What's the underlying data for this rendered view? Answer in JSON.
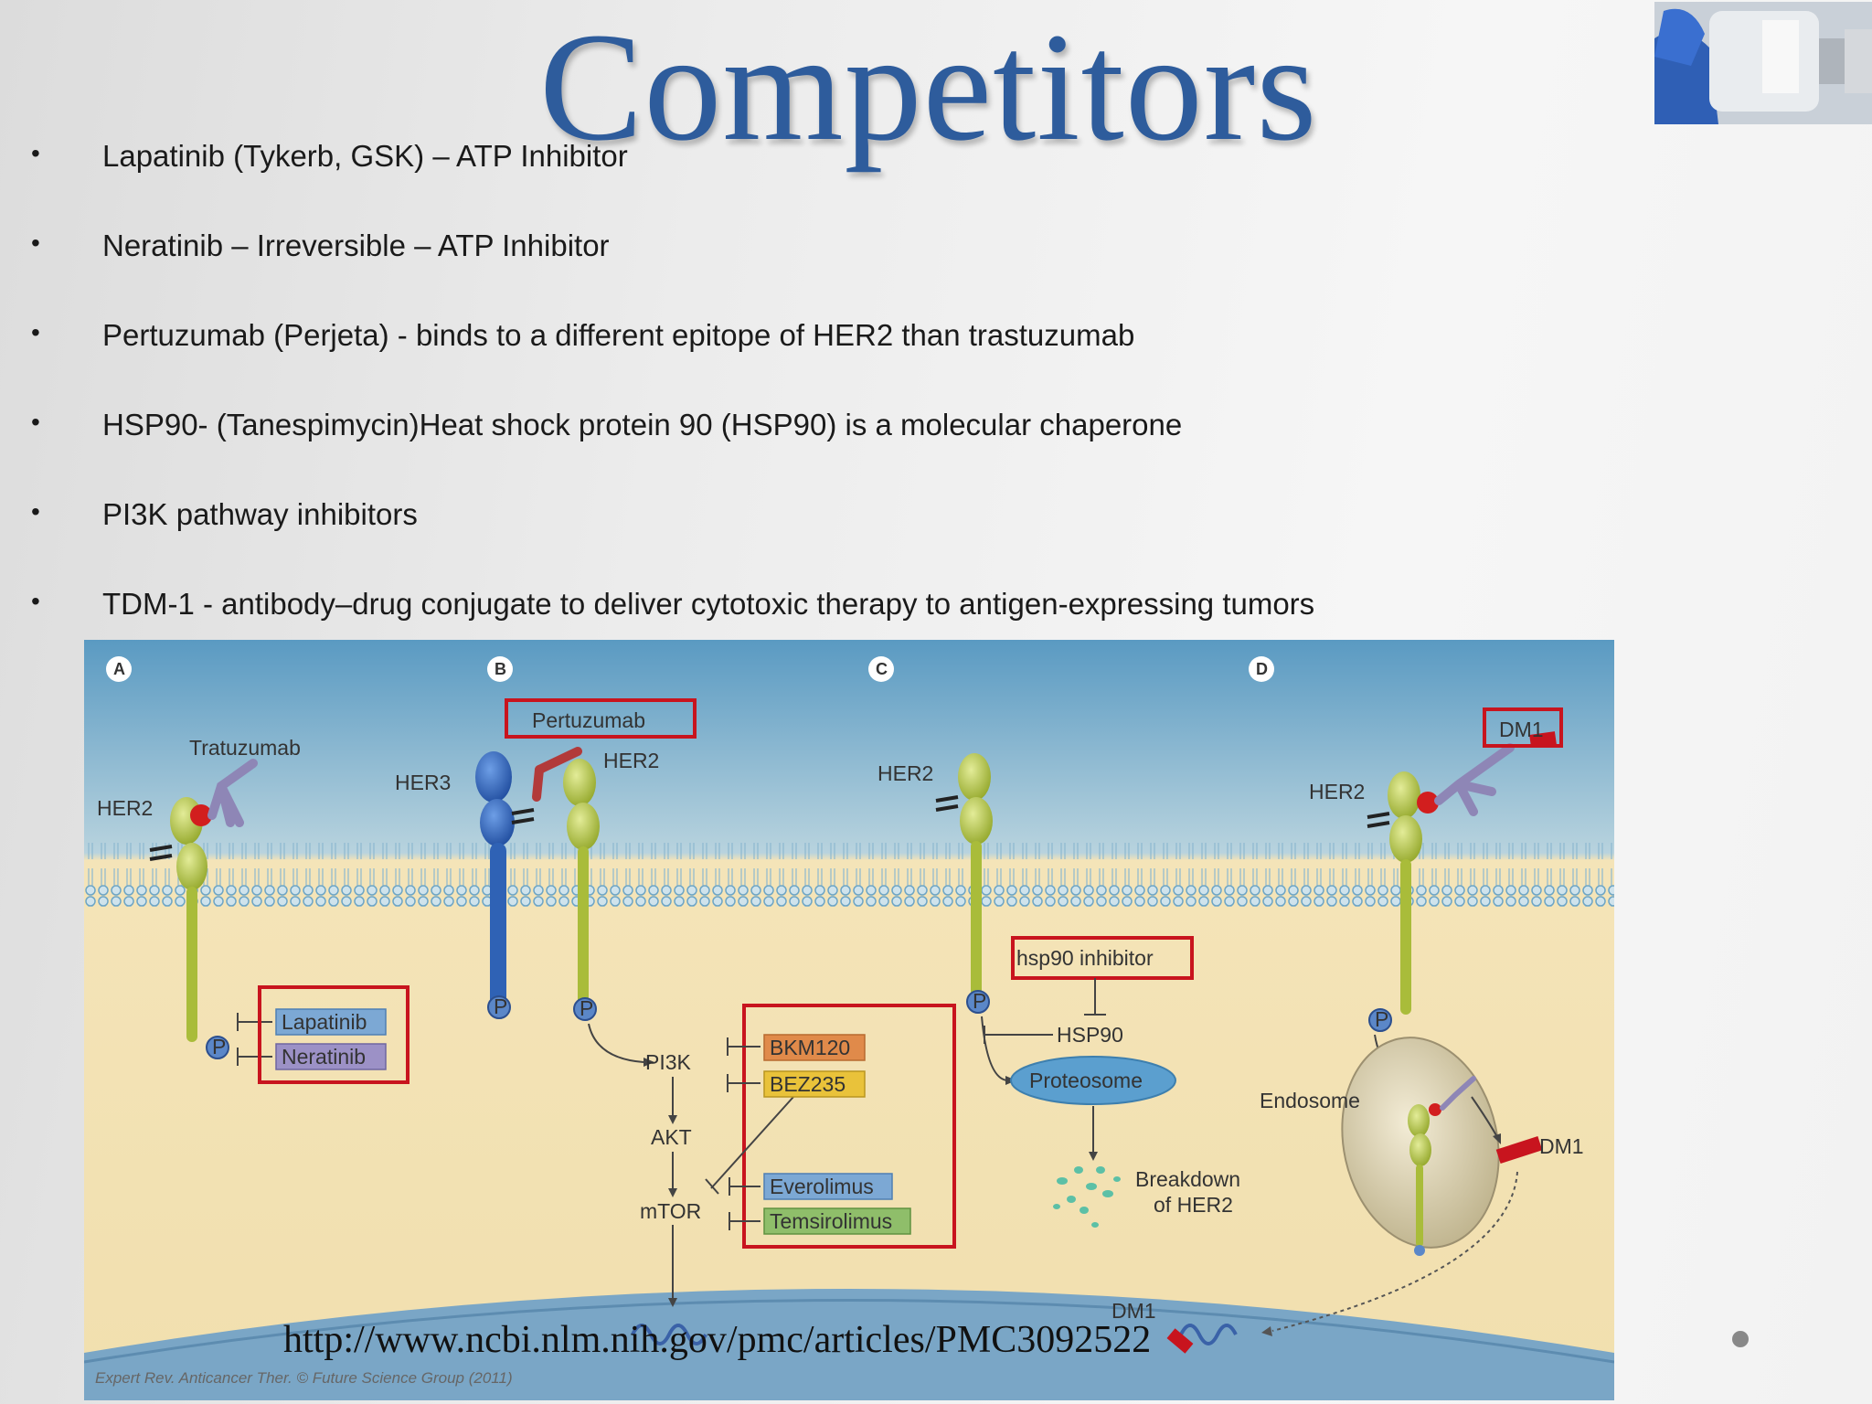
{
  "slide": {
    "title": "Competitors",
    "bullets": [
      {
        "marker": "•",
        "text": "Lapatinib (Tykerb, GSK) – ATP Inhibitor"
      },
      {
        "marker": "•",
        "text": "Neratinib – Irreversible – ATP Inhibitor"
      },
      {
        "marker": "•",
        "text": "Pertuzumab (Perjeta) - binds to a different epitope of HER2 than trastuzumab"
      },
      {
        "marker": "•",
        "text": "HSP90- (Tanespimycin)Heat shock protein 90 (HSP90) is a molecular chaperone"
      },
      {
        "marker": "•",
        "text": "PI3K pathway inhibitors"
      },
      {
        "marker": "•",
        "text": "TDM-1 - antibody–drug conjugate to deliver cytotoxic therapy to antigen-expressing tumors"
      }
    ],
    "url": "http://www.ncbi.nlm.nih.gov/pmc/articles/PMC3092522",
    "credit": "Expert Rev. Anticancer Ther. © Future Science Group (2011)"
  },
  "figure": {
    "panels": [
      "A",
      "B",
      "C",
      "D"
    ],
    "panel_a": {
      "trastuzumab": "Tratuzumab",
      "her2": "HER2",
      "p": "P",
      "drugs": [
        "Lapatinib",
        "Neratinib"
      ]
    },
    "panel_b": {
      "pertuzumab": "Pertuzumab",
      "her3": "HER3",
      "her2": "HER2",
      "p": "P",
      "pi3k": "PI3K",
      "akt": "AKT",
      "mtor": "mTOR",
      "drugs": [
        "BKM120",
        "BEZ235",
        "Everolimus",
        "Temsirolimus"
      ]
    },
    "panel_c": {
      "her2": "HER2",
      "p": "P",
      "hsp90_inhibitor": "hsp90 inhibitor",
      "hsp90": "HSP90",
      "proteosome": "Proteosome",
      "breakdown": [
        "Breakdown",
        "of HER2"
      ]
    },
    "panel_d": {
      "dm1_top": "DM1",
      "her2": "HER2",
      "p": "P",
      "endosome": "Endosome",
      "dm1_right": "DM1",
      "dm1_bottom": "DM1"
    },
    "colors": {
      "highlight": "#c8141e",
      "title": "#2e5c9c",
      "her2": "#a9bc3a",
      "her3": "#2f62b5",
      "antibody": "#8e86b6"
    }
  }
}
